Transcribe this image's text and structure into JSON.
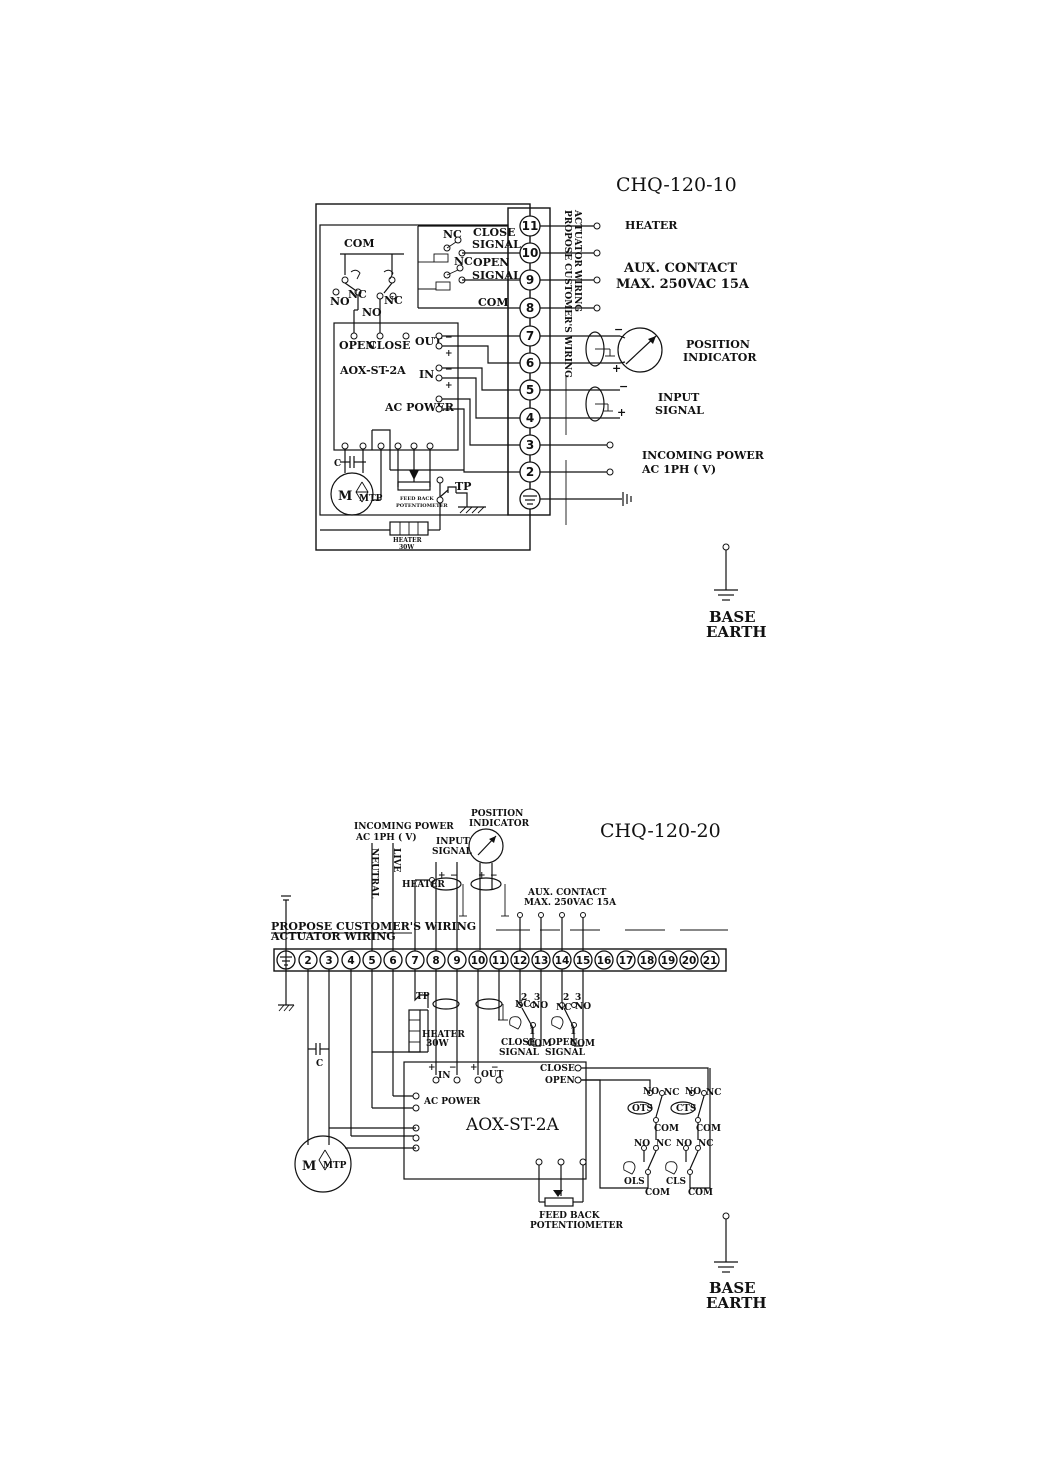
{
  "d1": {
    "title": "CHQ-120-10",
    "customer_wiring_line1": "PROPOSE CUSTOMER'S WIRING",
    "customer_wiring_line2": "ACTUATOR WIRING",
    "terminals": [
      "11",
      "10",
      "9",
      "8",
      "7",
      "6",
      "5",
      "4",
      "3",
      "2"
    ],
    "heater": "HEATER",
    "aux_line1": "AUX. CONTACT",
    "aux_line2": "MAX. 250VAC 15A",
    "position_line1": "POSITION",
    "position_line2": "INDICATOR",
    "input_line1": "INPUT",
    "input_line2": "SIGNAL",
    "power_line1": "INCOMING POWER",
    "power_line2": "AC 1PH ( V)",
    "com": "COM",
    "nc": "NC",
    "no": "NO",
    "close_signal_1": "CLOSE",
    "close_signal_2": "SIGNAL",
    "open_signal_1": "OPEN",
    "open_signal_2": "SIGNAL",
    "open": "OPEN",
    "close": "CLOSE",
    "out": "OUT",
    "in": "IN",
    "ac_power": "AC POWER",
    "module": "AOX-ST-2A",
    "motor": "M",
    "mtp": "MTP",
    "cap": "C",
    "feedback_1": "FEED BACK",
    "feedback_2": "POTENTIOMETER",
    "tp": "TP",
    "heater_box_1": "HEATER",
    "heater_box_2": "30W",
    "plus": "+",
    "minus": "−",
    "base": "BASE",
    "earth": "EARTH"
  },
  "d2": {
    "title": "CHQ-120-20",
    "customer_wiring_line1": "PROPOSE CUSTOMER'S WIRING",
    "customer_wiring_line2": "ACTUATOR WIRING",
    "terminals": [
      "2",
      "3",
      "4",
      "5",
      "6",
      "7",
      "8",
      "9",
      "10",
      "11",
      "12",
      "13",
      "14",
      "15",
      "16",
      "17",
      "18",
      "19",
      "20",
      "21"
    ],
    "power_line1": "INCOMING POWER",
    "power_line2": "AC 1PH ( V)",
    "neutral": "NEUTRAL",
    "live": "LIVE",
    "input_line1": "INPUT",
    "input_line2": "SIGNAL",
    "position_line1": "POSITION",
    "position_line2": "INDICATOR",
    "heater": "HEATER",
    "aux_line1": "AUX. CONTACT",
    "aux_line2": "MAX. 250VAC 15A",
    "tp": "TP",
    "heater_box_1": "HEATER",
    "heater_box_2": "30W",
    "close_signal_1": "CLOSE",
    "close_signal_2": "SIGNAL",
    "open_signal_1": "OPEN",
    "open_signal_2": "SIGNAL",
    "com": "COM",
    "nc": "NC",
    "no": "NO",
    "n1": "1",
    "n2": "2",
    "n3": "3",
    "cap": "C",
    "in": "IN",
    "out": "OUT",
    "close": "CLOSE",
    "open": "OPEN",
    "ac_power": "AC POWER",
    "module": "AOX-ST-2A",
    "motor": "M",
    "mtp": "MTP",
    "ots": "OTS",
    "cts": "CTS",
    "ols": "OLS",
    "cls": "CLS",
    "feedback_1": "FEED BACK",
    "feedback_2": "POTENTIOMETER",
    "plus": "+",
    "minus": "−",
    "base": "BASE",
    "earth": "EARTH"
  }
}
